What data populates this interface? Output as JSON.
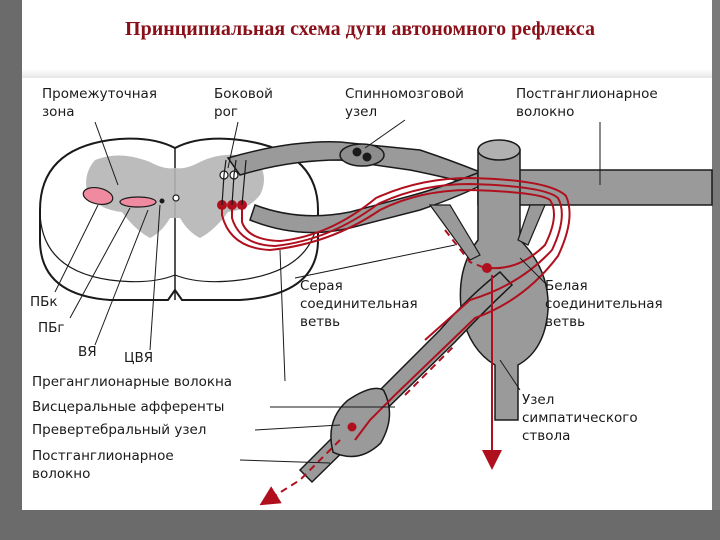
{
  "title": "Принципиальная схема дуги автономного рефлекса",
  "labels": {
    "intermediate_zone_1": "Промежуточная",
    "intermediate_zone_2": "зона",
    "lateral_horn_1": "Боковой",
    "lateral_horn_2": "рог",
    "spinal_ganglion_1": "Спинномозговой",
    "spinal_ganglion_2": "узел",
    "postganglionic_top_1": "Постганглионарное",
    "postganglionic_top_2": "волокно",
    "pbk": "ПБк",
    "pbg": "ПБг",
    "vya": "ВЯ",
    "tsvya": "ЦВЯ",
    "grey_ramus_1": "Серая",
    "grey_ramus_2": "соединительная",
    "grey_ramus_3": "ветвь",
    "white_ramus_1": "Белая",
    "white_ramus_2": "соединительная",
    "white_ramus_3": "ветвь",
    "preganglionic_fibers": "Преганглионарные волокна",
    "visceral_afferents": "Висцеральные афференты",
    "prevertebral_ganglion": "Превертебральный узел",
    "postganglionic_bottom_1": "Постганглионарное",
    "postganglionic_bottom_2": "волокно",
    "sympathetic_trunk_1": "Узел",
    "sympathetic_trunk_2": "симпатического",
    "sympathetic_trunk_3": "ствола"
  },
  "colors": {
    "title": "#8b0f18",
    "fiber_red": "#b0101e",
    "nucleus_pink": "#f08aa0",
    "grey_matter": "#b5b5b5",
    "nerve_grey": "#9a9a9a"
  }
}
